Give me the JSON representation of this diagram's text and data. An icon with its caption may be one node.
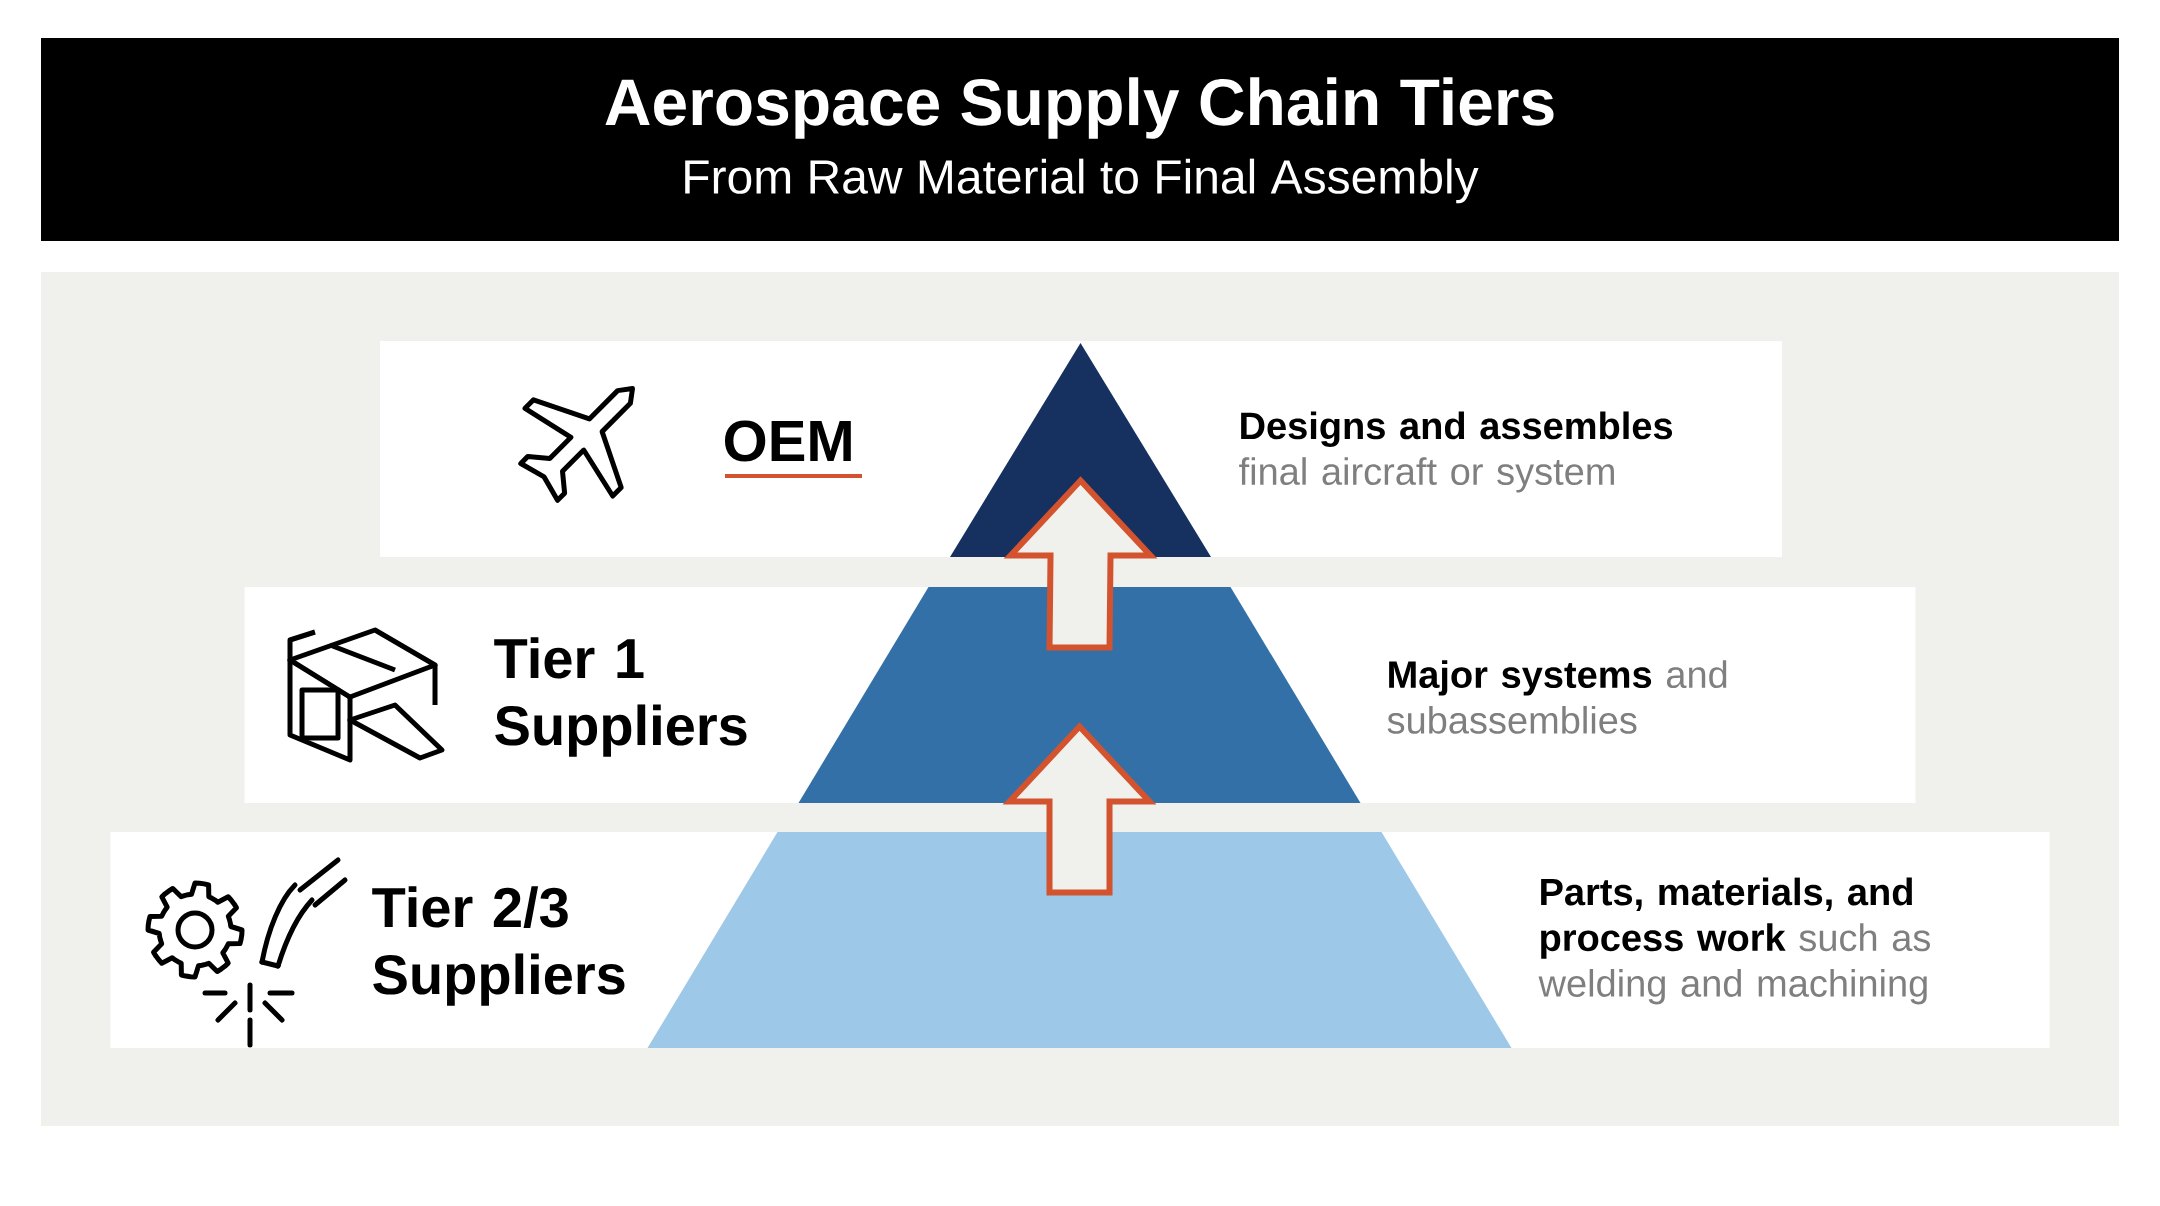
{
  "diagram": {
    "title": "Aerospace Supply Chain Tiers",
    "nodes": [
      {
        "text": [
          "OEM",
          "**Designs and assembles** final aircraft or system"
        ]
      },
      {
        "text": [],
        "shape": "triangle",
        "in": 0
      },
      {
        "text": [
          "Tier 1 Suppliers",
          "**Major systems** and subassemblies"
        ]
      },
      {
        "text": [],
        "shape": "trapezoid",
        "in": 2
      },
      {
        "text": [
          "Tier 2/3 Suppliers",
          "**Parts, materials, and process work** such as welding and machining"
        ]
      },
      {
        "text": [],
        "shape": "trapezoid",
        "in": 4
      }
    ],
    "edges": [
      {
        "from": 5,
        "to": 3,
        "arrow": "to"
      },
      {
        "from": 3,
        "to": 1,
        "arrow": "to"
      }
    ],
    "labels": [
      "From Raw Material to Final Assembly"
    ]
  }
}
